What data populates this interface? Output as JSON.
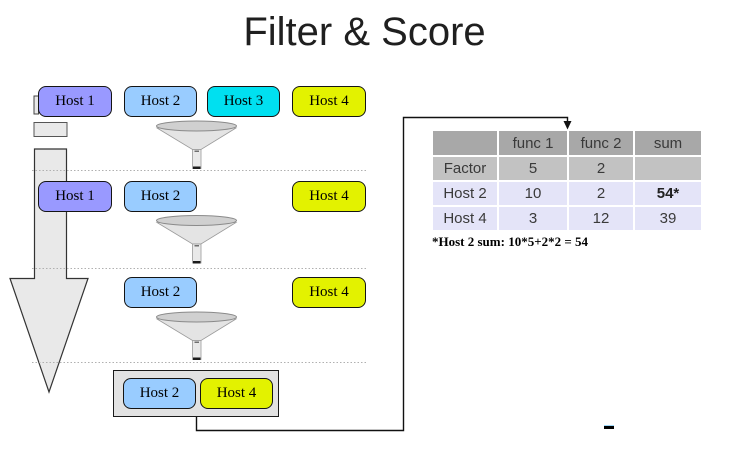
{
  "title": "Filter & Score",
  "colors": {
    "host1": "#9999ff",
    "host2": "#99ccff",
    "host3": "#00e0f0",
    "host4": "#e3f200",
    "arrow_fill": "#e9e9e9",
    "funnel_fill": "#e4e4e4",
    "table_header_bg": "#a8a8a8",
    "table_factor_bg": "#c2c2c2",
    "table_row_bg": "#e4e4f8"
  },
  "stages": {
    "row1": [
      "Host 1",
      "Host 2",
      "Host 3",
      "Host 4"
    ],
    "row2": [
      "Host 1",
      "Host 2",
      "Host 4"
    ],
    "row3": [
      "Host 2",
      "Host 4"
    ],
    "result": [
      "Host 2",
      "Host 4"
    ]
  },
  "table": {
    "headers": [
      "",
      "func 1",
      "func 2",
      "sum"
    ],
    "rows": [
      [
        "Factor",
        "5",
        "2",
        ""
      ],
      [
        "Host 2",
        "10",
        "2",
        "54*"
      ],
      [
        "Host 4",
        "3",
        "12",
        "39"
      ]
    ],
    "footnote": "*Host 2 sum: 10*5+2*2 = 54"
  }
}
